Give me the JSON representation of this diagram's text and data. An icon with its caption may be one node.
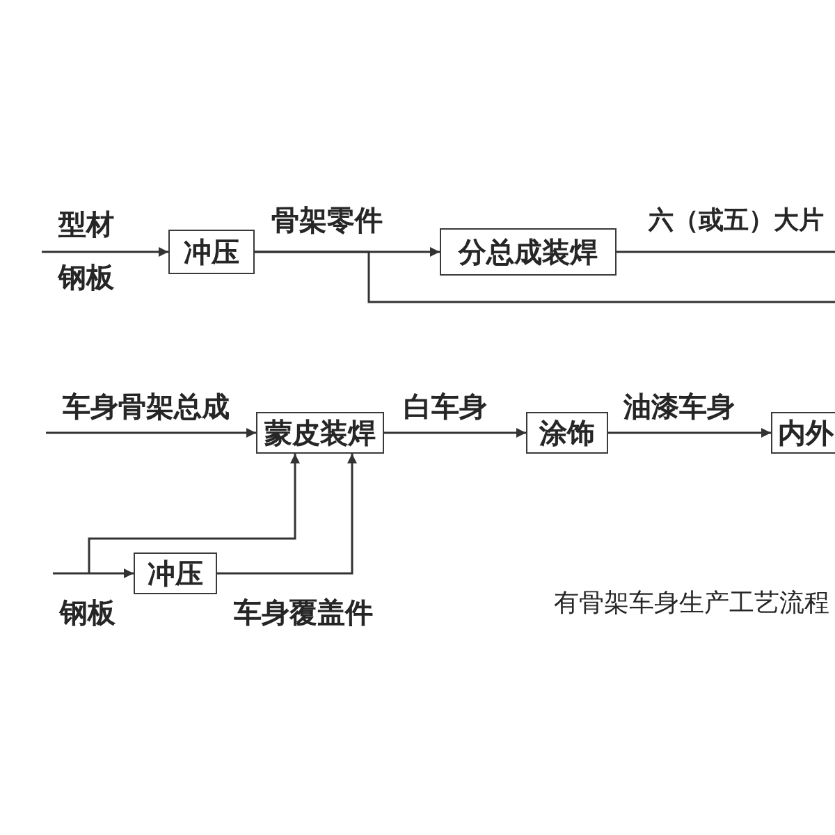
{
  "diagram": {
    "caption": "有骨架车身生产工艺流程",
    "nodes": [
      {
        "text": [
          "冲压"
        ]
      },
      {
        "text": [
          "分总成装焊"
        ]
      },
      {
        "text": [
          "蒙皮装焊"
        ]
      },
      {
        "text": [
          "涂饰"
        ]
      },
      {
        "text": [
          "内外"
        ]
      },
      {
        "text": [
          "冲压"
        ]
      }
    ],
    "edges": [
      {
        "from": null,
        "to": 0,
        "arrow": "to"
      },
      {
        "from": 0,
        "to": 1,
        "arrow": "to",
        "label": "骨架零件"
      },
      {
        "from": 0,
        "to": null,
        "arrow": "none"
      },
      {
        "from": 1,
        "to": null,
        "arrow": "none",
        "label": "六（或五）大片"
      },
      {
        "from": null,
        "to": 2,
        "arrow": "to",
        "label": "车身骨架总成"
      },
      {
        "from": 2,
        "to": 3,
        "arrow": "to",
        "label": "白车身"
      },
      {
        "from": 3,
        "to": 4,
        "arrow": "to",
        "label": "油漆车身"
      },
      {
        "from": null,
        "to": 5,
        "arrow": "to"
      },
      {
        "from": null,
        "to": 2,
        "arrow": "to"
      },
      {
        "from": 5,
        "to": 2,
        "arrow": "to",
        "label": "车身覆盖件"
      }
    ],
    "labels": [
      "型材",
      "钢板",
      "钢板"
    ]
  }
}
